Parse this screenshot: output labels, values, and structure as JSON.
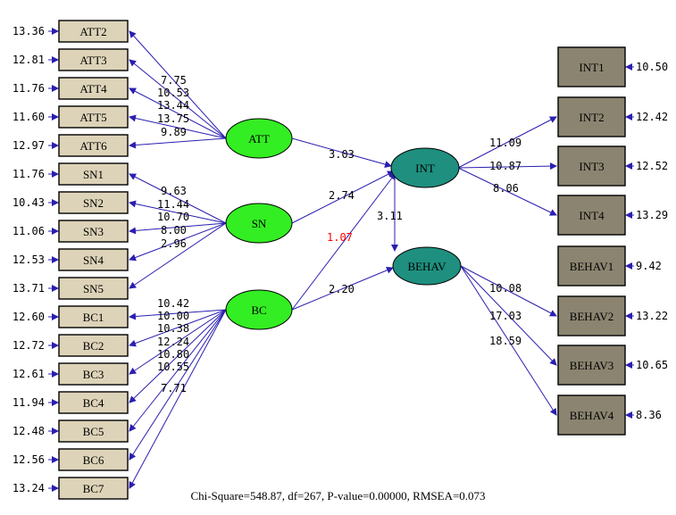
{
  "indicators_left": [
    {
      "name": "ATT2",
      "error": "13.36",
      "loading": "7.75"
    },
    {
      "name": "ATT3",
      "error": "12.81",
      "loading": "10.53"
    },
    {
      "name": "ATT4",
      "error": "11.76",
      "loading": "13.44"
    },
    {
      "name": "ATT5",
      "error": "11.60",
      "loading": "13.75"
    },
    {
      "name": "ATT6",
      "error": "12.97",
      "loading": "9.89"
    },
    {
      "name": "SN1",
      "error": "11.76",
      "loading": "9.63"
    },
    {
      "name": "SN2",
      "error": "10.43",
      "loading": "11.44"
    },
    {
      "name": "SN3",
      "error": "11.06",
      "loading": "10.70"
    },
    {
      "name": "SN4",
      "error": "12.53",
      "loading": "8.00"
    },
    {
      "name": "SN5",
      "error": "13.71",
      "loading": "2.96"
    },
    {
      "name": "BC1",
      "error": "12.60",
      "loading": "10.42"
    },
    {
      "name": "BC2",
      "error": "12.72",
      "loading": "10.00"
    },
    {
      "name": "BC3",
      "error": "12.61",
      "loading": "10.38"
    },
    {
      "name": "BC4",
      "error": "11.94",
      "loading": "12.24"
    },
    {
      "name": "BC5",
      "error": "12.48",
      "loading": "10.80"
    },
    {
      "name": "BC6",
      "error": "12.56",
      "loading": "10.55"
    },
    {
      "name": "BC7",
      "error": "13.24",
      "loading": "7.71"
    }
  ],
  "indicators_right": [
    {
      "name": "INT1",
      "error": "10.50",
      "loading": ""
    },
    {
      "name": "INT2",
      "error": "12.42",
      "loading": "11.09"
    },
    {
      "name": "INT3",
      "error": "12.52",
      "loading": "10.87"
    },
    {
      "name": "INT4",
      "error": "13.29",
      "loading": "8.06"
    },
    {
      "name": "BEHAV1",
      "error": "9.42",
      "loading": ""
    },
    {
      "name": "BEHAV2",
      "error": "13.22",
      "loading": "10.08"
    },
    {
      "name": "BEHAV3",
      "error": "10.65",
      "loading": "17.03"
    },
    {
      "name": "BEHAV4",
      "error": "8.36",
      "loading": "18.59"
    }
  ],
  "latents": {
    "att": "ATT",
    "sn": "SN",
    "bc": "BC",
    "int": "INT",
    "behav": "BEHAV"
  },
  "paths": {
    "att_int": "3.03",
    "sn_int": "2.74",
    "bc_int": "1.07",
    "bc_behav": "2.20",
    "int_behav": "3.11"
  },
  "colors": {
    "exogenous": "#33ee22",
    "endogenous": "#1f8f7f",
    "path_line": "#2a1fb0",
    "insignificant_path": "#ff0000"
  },
  "fit_statistics": "Chi-Square=548.87, df=267, P-value=0.00000, RMSEA=0.073"
}
